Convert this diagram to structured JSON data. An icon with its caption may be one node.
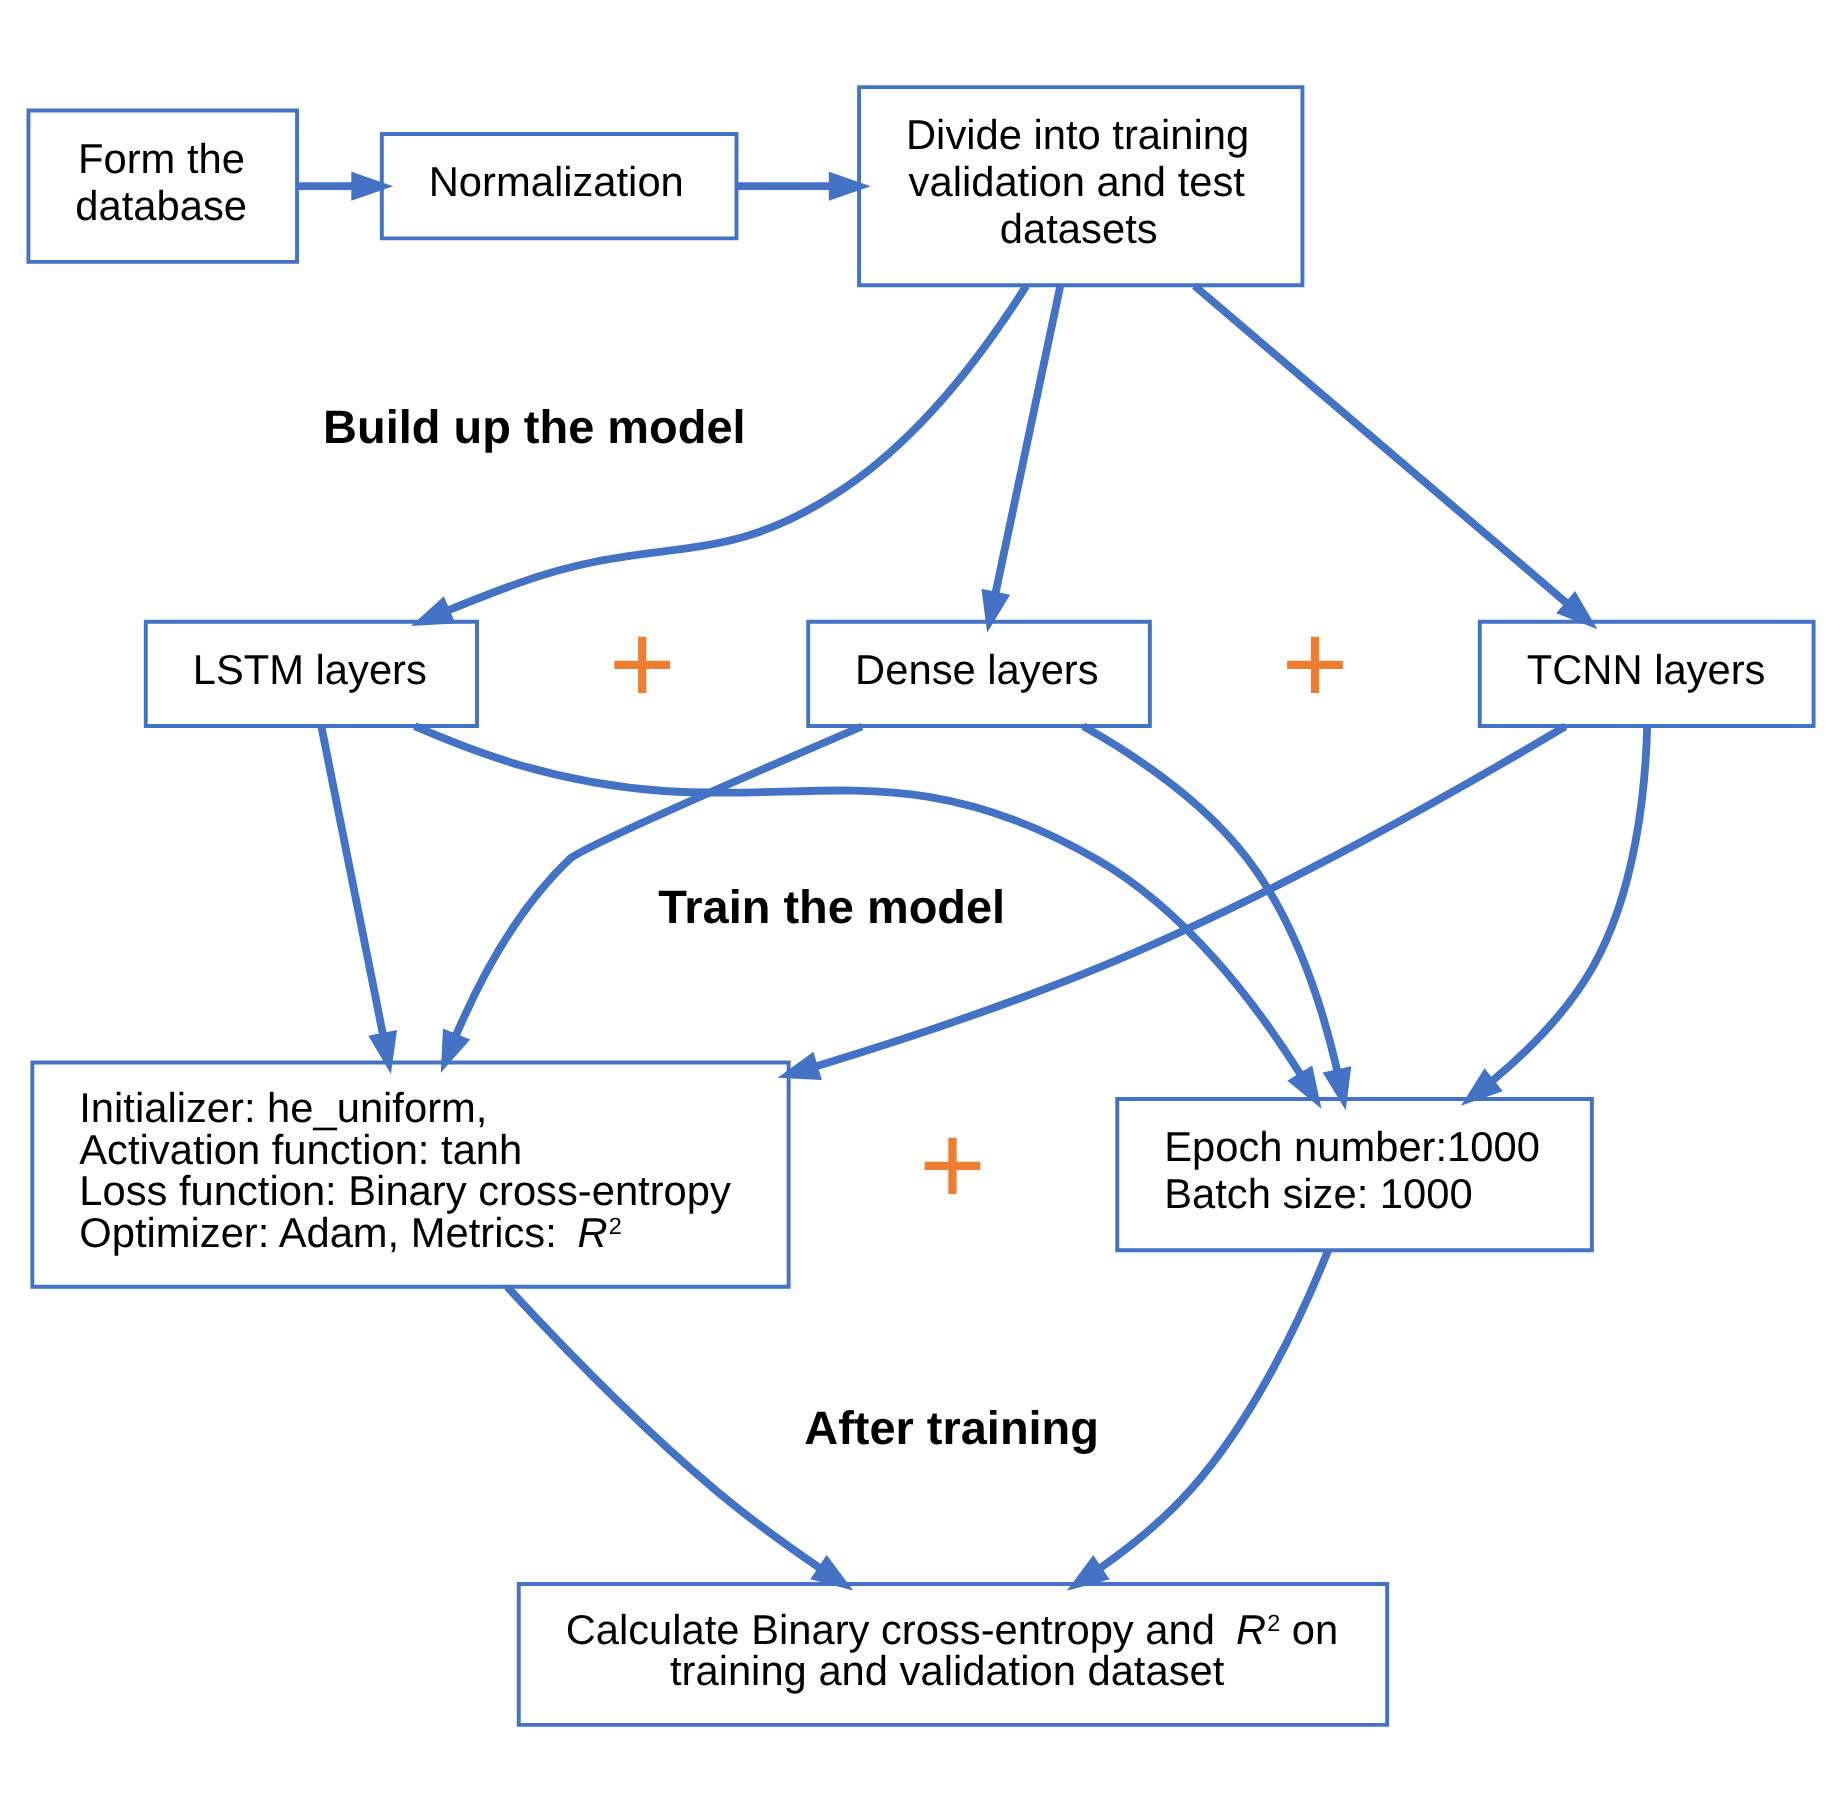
{
  "diagram": {
    "nodes": [
      {
        "text": [
          "Form the database"
        ]
      },
      {
        "text": [
          "Normalization"
        ]
      },
      {
        "text": [
          "Divide into training validation and test datasets"
        ]
      },
      {
        "text": [
          "LSTM layers"
        ]
      },
      {
        "text": [
          "Dense layers"
        ]
      },
      {
        "text": [
          "TCNN layers"
        ]
      },
      {
        "text": [
          "Initializer: he_uniform,",
          "Activation function: tanh",
          "Loss function: Binary cross-entropy",
          "Optimizer: Adam, Metrics: *R*$^{2}$"
        ]
      },
      {
        "text": [
          "Epoch number:1000",
          "Batch size: 1000"
        ]
      },
      {
        "text": [
          "Calculate Binary cross-entropy and *R*$^{2}$ on training and validation dataset"
        ]
      }
    ],
    "edges": [
      {
        "from": 0,
        "to": 1,
        "arrow": "to"
      },
      {
        "from": 1,
        "to": 2,
        "arrow": "to"
      },
      {
        "from": 2,
        "to": 3,
        "arrow": "to"
      },
      {
        "from": 2,
        "to": 4,
        "arrow": "to"
      },
      {
        "from": 2,
        "to": 5,
        "arrow": "to"
      },
      {
        "from": 3,
        "to": 6,
        "arrow": "to"
      },
      {
        "from": 3,
        "to": 7,
        "arrow": "to"
      },
      {
        "from": 4,
        "to": 6,
        "arrow": "to"
      },
      {
        "from": 4,
        "to": 7,
        "arrow": "to"
      },
      {
        "from": 5,
        "to": 6,
        "arrow": "to"
      },
      {
        "from": 5,
        "to": 7,
        "arrow": "to"
      },
      {
        "from": 6,
        "to": 8,
        "arrow": "to"
      },
      {
        "from": 7,
        "to": 8,
        "arrow": "to"
      }
    ],
    "labels": [
      "Build up the model",
      "+",
      "+",
      "Train the model",
      "+",
      "After training"
    ]
  }
}
